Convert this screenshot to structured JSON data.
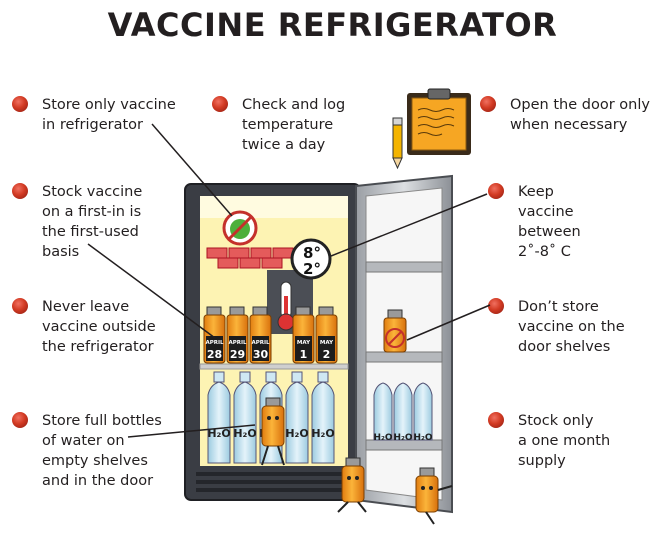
{
  "title": "VACCINE REFRIGERATOR",
  "tips": [
    {
      "id": "store-only-vaccine",
      "lines": [
        "Store only vaccine",
        "in refrigerator"
      ]
    },
    {
      "id": "check-temperature",
      "lines": [
        "Check and log",
        "temperature",
        "twice a day"
      ]
    },
    {
      "id": "open-door",
      "lines": [
        "Open the door only",
        "when necessary"
      ]
    },
    {
      "id": "stock-first-in",
      "lines": [
        "Stock vaccine",
        "on a first-in is",
        "the first-used",
        "basis"
      ]
    },
    {
      "id": "keep-temperature",
      "lines": [
        "Keep",
        "vaccine",
        "between",
        "2˚-8˚ C"
      ]
    },
    {
      "id": "never-leave",
      "lines": [
        "Never leave",
        "vaccine outside",
        "the refrigerator"
      ]
    },
    {
      "id": "door-shelves",
      "lines": [
        "Don’t store",
        "vaccine on the",
        "door shelves"
      ]
    },
    {
      "id": "water-bottles",
      "lines": [
        "Store full bottles",
        "of water on",
        "empty shelves",
        "and in the door"
      ]
    },
    {
      "id": "one-month",
      "lines": [
        "Stock only",
        "a one month",
        "supply"
      ]
    }
  ],
  "thermometer": {
    "high": "8°",
    "low": "2°"
  },
  "vial_labels": [
    {
      "month": "APRIL",
      "day": "28"
    },
    {
      "month": "APRIL",
      "day": "29"
    },
    {
      "month": "APRIL",
      "day": "30"
    },
    {
      "month": "MAY",
      "day": "1"
    },
    {
      "month": "MAY",
      "day": "2"
    }
  ],
  "bottle_label": "H₂O",
  "colors": {
    "tip_dot": "#d23a23",
    "fridge_interior": "#fdf3b3",
    "fridge_frame": "#3a3d44",
    "door": "#c5c8cc",
    "vial": "#f39a1b",
    "water": "#b9dcea"
  }
}
